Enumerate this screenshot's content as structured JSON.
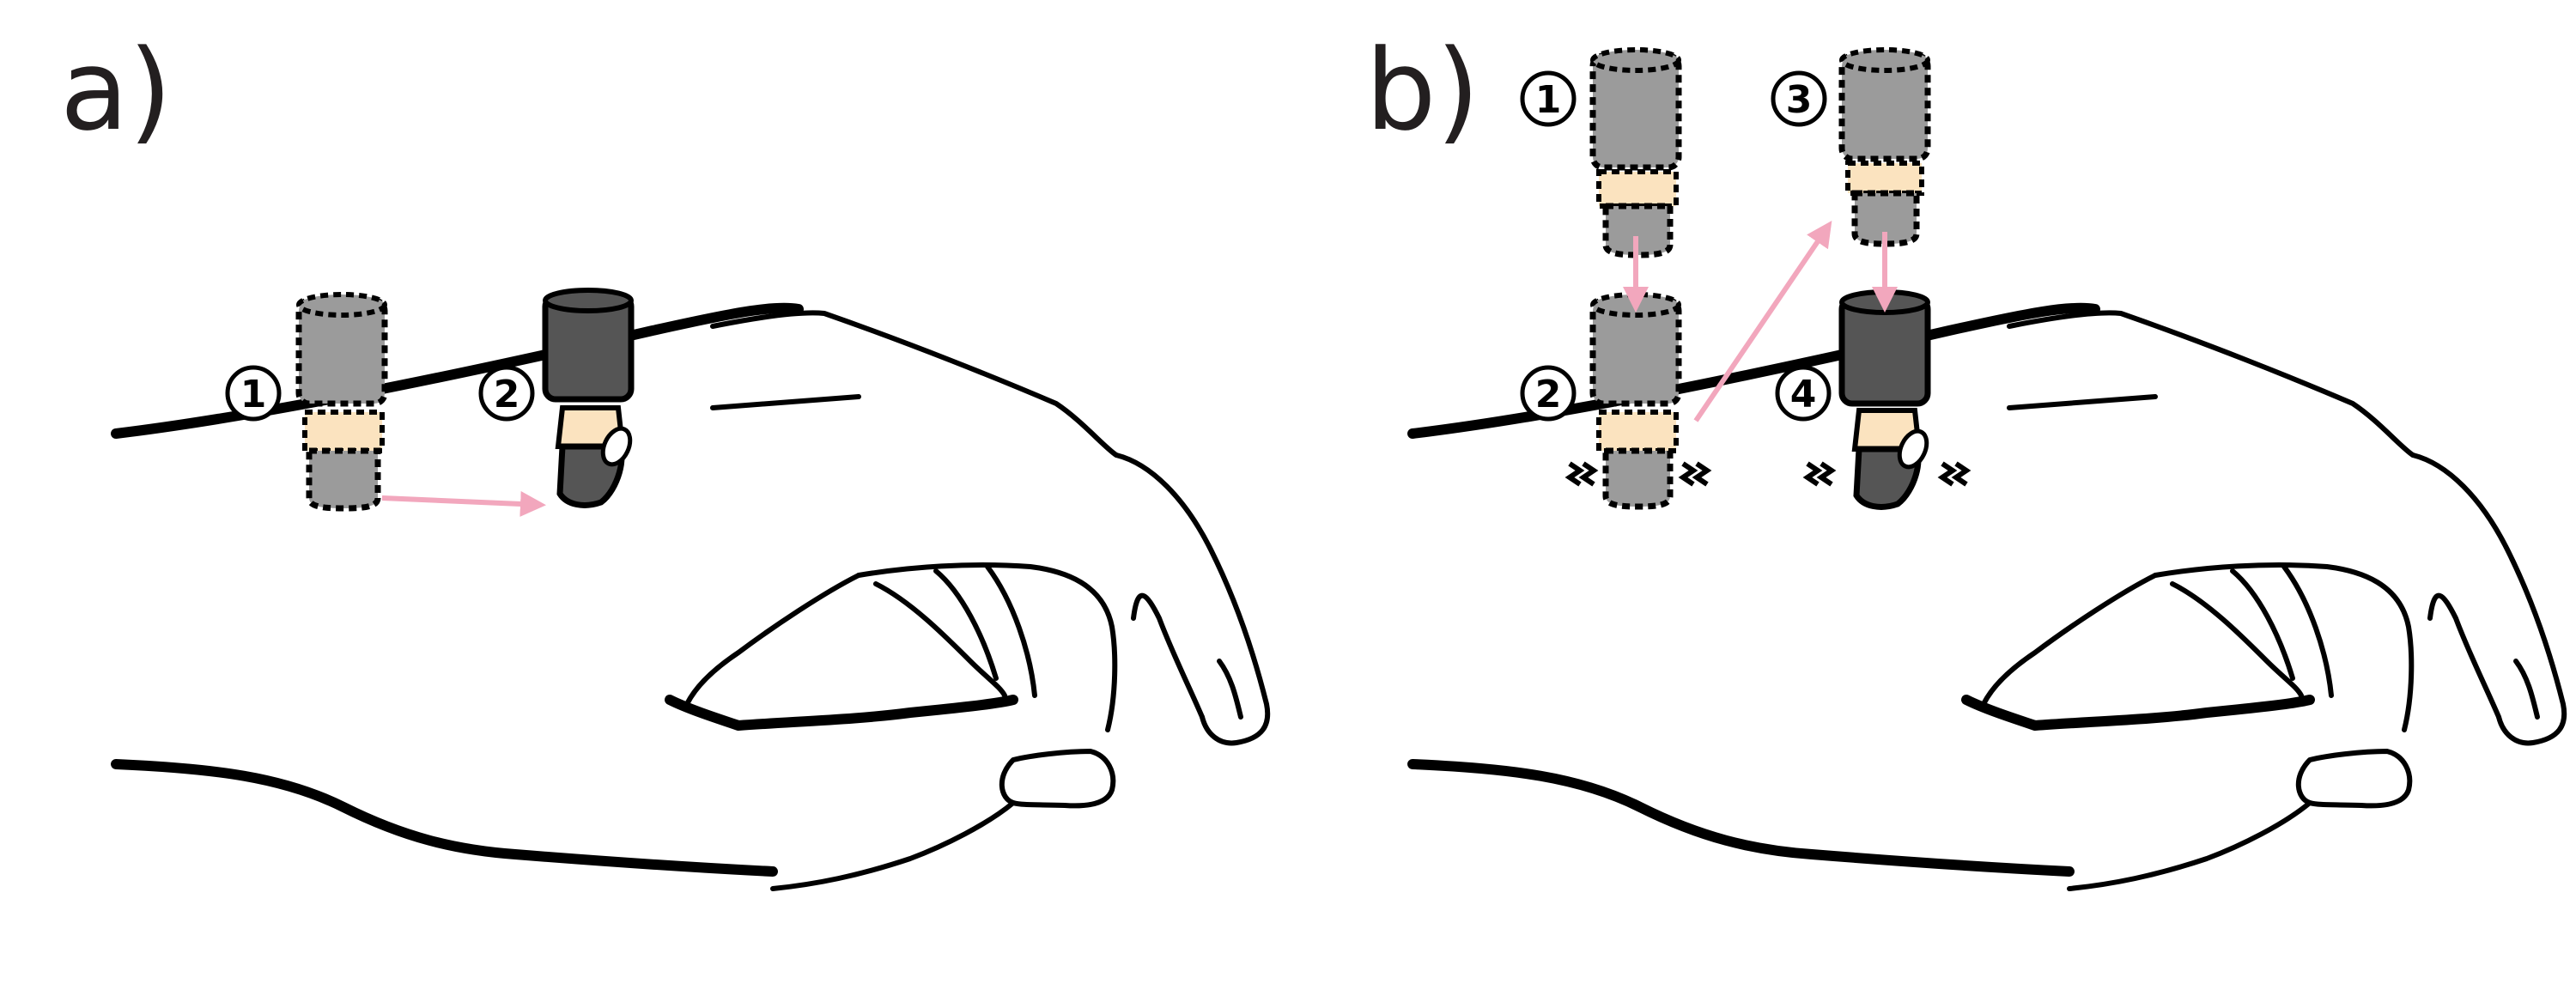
{
  "panels": [
    {
      "label": "a)",
      "steps": [
        "1",
        "2"
      ]
    },
    {
      "label": "b)",
      "steps": [
        "1",
        "2",
        "3",
        "4"
      ]
    }
  ],
  "colors": {
    "ghost_device": "#9b9b9b",
    "active_device": "#555555",
    "skin_tip": "#fbe3bf",
    "arrow": "#f2a7bd",
    "outline": "#000000"
  },
  "icons": [
    "hand-illustration",
    "wrist-device",
    "vibration-icon",
    "arrow-icon",
    "circled-number"
  ]
}
